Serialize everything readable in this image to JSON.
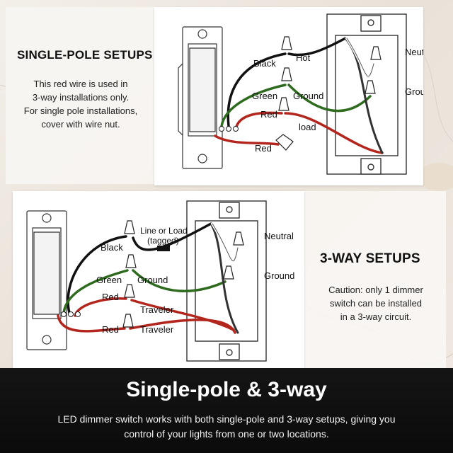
{
  "single_pole": {
    "title": "SINGLE-POLE SETUPS",
    "note_lines": [
      "This red wire is used in",
      "3-way installations only.",
      "For single pole installations,",
      "cover with wire nut."
    ],
    "labels": {
      "black": "Black",
      "hot": "Hot",
      "green": "Green",
      "ground": "Ground",
      "red": "Red",
      "load": "load",
      "red_capped": "Red",
      "neutral": "Neutral",
      "ground_box": "Ground"
    }
  },
  "three_way": {
    "title": "3-WAY SETUPS",
    "note_lines": [
      "Caution: only 1 dimmer",
      "switch can be installed",
      "in a 3-way circuit."
    ],
    "labels": {
      "line_or_load": "Line or Load",
      "tagged": "(tagged)",
      "black": "Black",
      "green": "Green",
      "ground": "Ground",
      "red_1": "Red",
      "traveler_1": "Traveler",
      "red_2": "Red",
      "traveler_2": "Traveler",
      "neutral": "Neutral",
      "ground_box": "Ground"
    }
  },
  "banner": {
    "title": "Single-pole & 3-way",
    "body_lines": [
      "LED dimmer switch works with both single-pole and 3-way setups, giving you",
      "control of your lights from one or two locations."
    ]
  },
  "colors": {
    "black_wire": "#111111",
    "green_wire": "#2f6b1f",
    "red_wire": "#b3261e",
    "white_wire": "#ffffff"
  }
}
